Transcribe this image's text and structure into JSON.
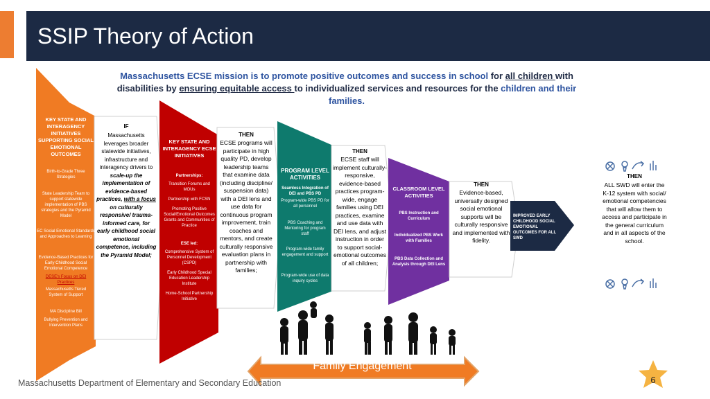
{
  "slide": {
    "title": "SSIP Theory of Action",
    "page_number": "6",
    "footer": "Massachusetts Department of Elementary and Secondary Education"
  },
  "mission": {
    "p1": "Massachusetts ECSE mission is to promote positive outcomes and success in school",
    "p2": " for ",
    "p3": "all children ",
    "p4": "with",
    "p5": "disabilities by ",
    "p6": "ensuring equitable access ",
    "p7": "to individualized services and resources for the ",
    "p8": "children and their",
    "p9": "families."
  },
  "col1": {
    "title": "KEY STATE AND INTERAGENCY INITIATIVES SUPPORTING SOCIAL EMOTIONAL OUTCOMES",
    "items": [
      "Birth-to-Grade Three Strategies",
      "State Leadership Team to support statewide implementation of PBS strategies and the Pyramid Model",
      "EC Social Emotional Standards and Approaches to Learning",
      "Evidence-Based Practices for Early Childhood Social Emotional Competence",
      "DESE's Focus on DEI Practices",
      "Massachusetts Tiered System of Support",
      "MA Discipline Bill",
      "Bullying Prevention and Intervention Plans"
    ]
  },
  "col2": {
    "if": "IF",
    "l1": "Massachusetts leverages broader statewide initiatives, infrastructure and interagency drivers to",
    "l2": "scale-up the implementation of evidence-based practices,",
    "l3": "with a focus",
    "l4": "on culturally responsive/ trauma-informed care, for early childhood social emotional competence,",
    "l5": "including the Pyramid Model;"
  },
  "col3": {
    "title": "KEY STATE AND INTERAGENCY ECSE INITIATIVES",
    "partnerships": "Partnerships:",
    "items1": [
      "Transition Forums and MOUs",
      "Partnership with FCSN",
      "Promoting Positive Social/Emotional Outcomes Grants and Communities of Practice"
    ],
    "ese": "ESE led:",
    "items2": [
      "Comprehensive System of Personnel Development (CSPD)",
      "Early Childhood Special Education Leadership Institute",
      "Home-School Partnership Initiative"
    ]
  },
  "col4": {
    "then": "THEN",
    "text": "ECSE programs will participate in high quality PD, develop leadership teams that examine data (including discipline/ suspension data) with a DEI lens and use data for continuous program improvement, train coaches and mentors, and create culturally responsive evaluation plans in partnership with families;"
  },
  "col5": {
    "title": "PROGRAM LEVEL ACTIVITIES",
    "items": [
      "Seamless Integration of DEI and PBS PD",
      "Program-wide PBS PD for all personnel",
      "PBS Coaching and Mentoring for program staff",
      "Program-wide family engagement and support",
      "Program-wide use of data inquiry cycles"
    ]
  },
  "col6": {
    "then": "THEN",
    "text": "ECSE staff will implement culturally-responsive, evidence-based practices program-wide, engage families using DEI practices, examine and use data with DEI lens, and adjust instruction in order to support social-emotional outcomes of all children;"
  },
  "col7": {
    "title": "CLASSROOM LEVEL ACTIVITIES",
    "items": [
      "PBS Instruction and Curriculum",
      "Individualized PBS Work with Families",
      "PBS Data Collection and Analysis through DEI Lens"
    ]
  },
  "col8": {
    "then": "THEN",
    "text": "Evidence-based, universally designed social emotional supports will be culturally responsive and implemented with fidelity."
  },
  "col9": {
    "text": "IMPROVED EARLY CHILDHOOD SOCIAL EMOTIONAL OUTCOMES FOR ALL SWD"
  },
  "col10": {
    "then": "THEN",
    "text": "ALL SWD will enter the K-12 system with social/ emotional competencies that will allow them to access and participate in the general curriculum and in all aspects of the school."
  },
  "family": {
    "label": "Family Engagement"
  },
  "colors": {
    "orange": "#f07b23",
    "red": "#c00000",
    "teal": "#0e7a6d",
    "purple": "#7030a0",
    "navy": "#1c2a44",
    "arrow_gray": "#bdbdbd",
    "star": "#f5b342"
  },
  "icons": [
    "compass-icon",
    "lightbulb-icon",
    "share-icon",
    "bar-chart-icon"
  ]
}
